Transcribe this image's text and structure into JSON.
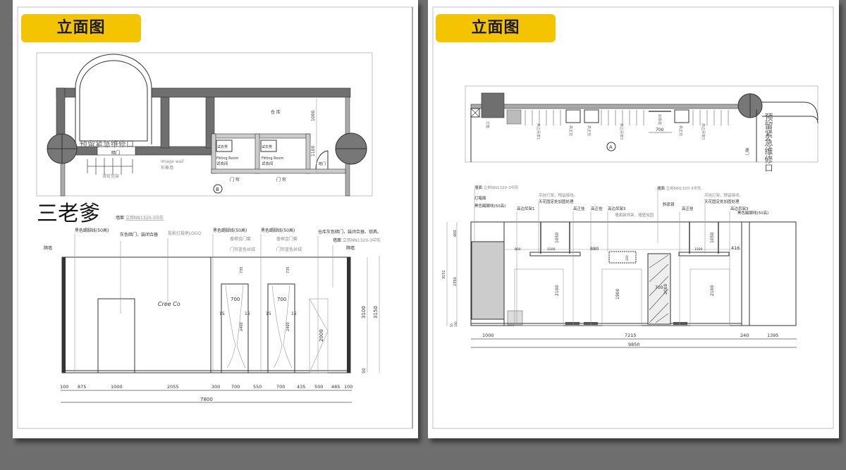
{
  "left_panel": {
    "title": "立面图",
    "plan": {
      "emergency_access": "预留紧急维修口",
      "hidden_door": "暗门",
      "rack": "滑轮货架",
      "image_wall_en": "Image wall",
      "image_wall_cn": "形象墙",
      "warehouse": "仓 库",
      "fitting_stool_1": "试衣凳",
      "fitting_stool_2": "试衣凳",
      "fitting_room_en_1": "Fitting Room",
      "fitting_room_cn_1": "试衣间",
      "fitting_room_en_2": "Fitting Room",
      "fitting_room_cn_2": "试衣间",
      "curtain_1": "门 帘",
      "curtain_2": "门 帘",
      "hidden_door_2": "暗门",
      "dim_1000": "1000",
      "dim_1100": "1100",
      "marker": "B"
    },
    "brand": "三老爹",
    "elevation": {
      "labels": {
        "wall_a": "墙面",
        "wall_a_spec": "立邦NN1320-3中灰",
        "skirting_1": "黑色踢脚线(50高)",
        "grey_door": "灰色暗门，装闭合器",
        "projector": "投影灯投射LOGO",
        "skirting_2": "黑色踢脚线(50高)",
        "door_frame_1": "香槟金门套",
        "curtain_1": "门帘蓝色丝绒",
        "skirting_3": "黑色踢脚线(50高)",
        "door_frame_2": "香槟金门套",
        "curtain_2": "门帘蓝色丝绒",
        "store_door": "仓库灰色暗门，装闭合器、锁具。",
        "wall_b": "墙面",
        "wall_b_spec": "立邦NN1320-3中灰",
        "partition_l": "隔墙",
        "partition_r": "隔墙",
        "logo": "Cree Co"
      },
      "dims": {
        "h_735_1": "735",
        "h_735_2": "735",
        "w700_1": "700",
        "w700_2": "700",
        "s15a": "15",
        "s15b": "15",
        "s15c": "15",
        "s15d": "15",
        "h2400_1": "2400",
        "h2400_2": "2400",
        "h2000": "2000",
        "h3100": "3100",
        "h3150": "3150",
        "h50": "50",
        "bottom": [
          "100",
          "875",
          "1000",
          "2055",
          "300",
          "700",
          "550",
          "700",
          "435",
          "500",
          "485",
          "100"
        ],
        "total": "7800"
      }
    }
  },
  "right_panel": {
    "title": "立面图",
    "plan": {
      "emergency_access": "预留紧急维修口",
      "light_box": "灯箱",
      "rack_1": "高边吊架1",
      "pole_1": "高正挂",
      "pole_2": "高正挂",
      "rack_3": "高边吊架3",
      "mirror": "斜靠镜",
      "pole_3": "高正挂",
      "rack_3b": "高边吊架3",
      "hidden_door": "暗门",
      "dim_700": "700",
      "marker": "A"
    },
    "elevation": {
      "labels": {
        "wall_a": "墙面",
        "wall_a_spec": "立邦NN1320-3中灰",
        "light_box": "灯箱面",
        "skirting_1": "黑色踢脚线(50高)",
        "rack_1": "高边吊架1",
        "hang_note_1": "吊挂灯架，预留接线。",
        "ceiling_note_1": "天花固定处加固处理",
        "pole_1": "高正挂",
        "pole_2": "高正挂",
        "rack_3": "高边吊架3",
        "wall_shelf": "墙面装饰架，墙壁加固",
        "wall_b": "墙面",
        "wall_b_spec": "立邦NN1320-3中灰",
        "mirror": "斜靠镜",
        "pole_3": "高正挂",
        "hang_note_2": "吊挂灯架，预留接线。",
        "ceiling_note_2": "天花固定处加固处理",
        "rack_3b": "高边吊架3",
        "skirting_2": "黑色踢脚线(50高)"
      },
      "dims": {
        "d800": "800",
        "d1500a": "1500",
        "d1050a": "1050",
        "d880": "880",
        "d200": "200",
        "d1500b": "1500",
        "d1050b": "1050",
        "d416": "416",
        "d2100a": "2100",
        "d1900": "1900",
        "d700": "700",
        "d2000": "2000",
        "d2100b": "2100",
        "h600": "600",
        "h2350": "2350",
        "h3152": "3152",
        "h50": "50",
        "h150": "150",
        "bottom": [
          "1000",
          "7215",
          "240",
          "1395"
        ],
        "total": "9850"
      }
    }
  },
  "colors": {
    "badge": "#f5c400",
    "background": "#6e6e6e",
    "wall": "#6f6f6f"
  }
}
